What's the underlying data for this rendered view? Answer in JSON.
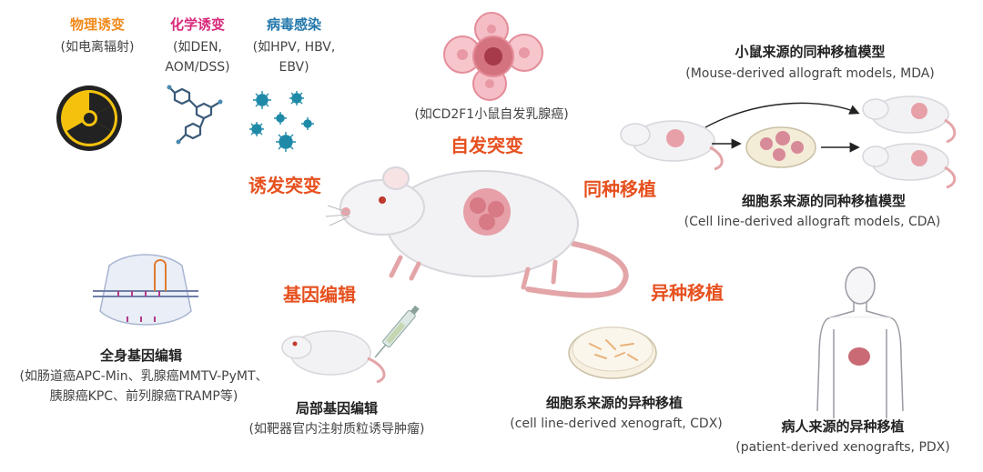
{
  "colors": {
    "accent_orange": "#e6501e",
    "physical": "#f08a1c",
    "chemical": "#d8287a",
    "viral": "#2277aa"
  },
  "induced": {
    "physical_title": "物理诱变",
    "physical_sub": "(如电离辐射)",
    "chemical_title": "化学诱变",
    "chemical_sub1": "(如DEN,",
    "chemical_sub2": "AOM/DSS)",
    "viral_title": "病毒感染",
    "viral_sub1": "(如HPV, HBV,",
    "viral_sub2": "EBV)",
    "label": "诱发突变",
    "icons": [
      "radiation-icon",
      "molecule-icon",
      "virus-icon"
    ]
  },
  "spontaneous": {
    "example": "(如CD2F1小鼠自发乳腺癌)",
    "label": "自发突变"
  },
  "allograft": {
    "label": "同种移植",
    "mda_title": "小鼠来源的同种移植模型",
    "mda_sub": "(Mouse-derived allograft models, MDA)",
    "cda_title": "细胞系来源的同种移植模型",
    "cda_sub": "(Cell line-derived allograft models, CDA)"
  },
  "gene_edit": {
    "label": "基因编辑",
    "whole_title": "全身基因编辑",
    "whole_sub1": "(如肠道癌APC-Min、乳腺癌MMTV-PyMT、",
    "whole_sub2": "胰腺癌KPC、前列腺癌TRAMP等)",
    "local_title": "局部基因编辑",
    "local_sub": "(如靶器官内注射质粒诱导肿瘤)"
  },
  "xenograft": {
    "label": "异种移植",
    "cdx_title": "细胞系来源的异种移植",
    "cdx_sub": "(cell line-derived xenograft, CDX)",
    "pdx_title": "病人来源的异种移植",
    "pdx_sub": "(patient-derived xenografts, PDX)"
  }
}
